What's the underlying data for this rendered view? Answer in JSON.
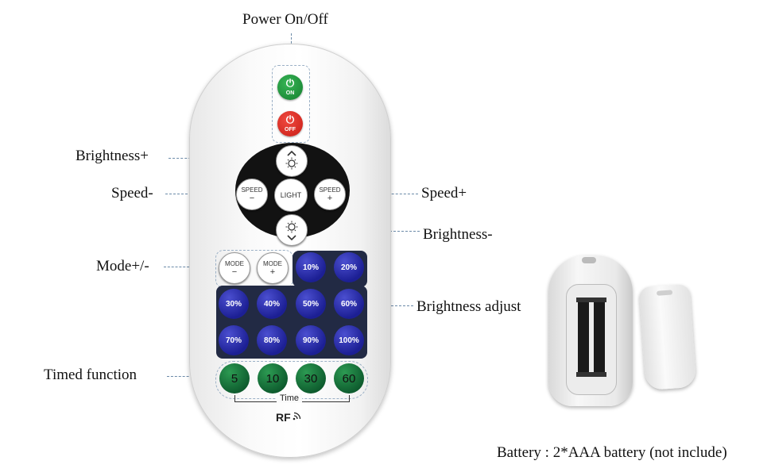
{
  "labels": {
    "power": "Power On/Off",
    "brightness_plus": "Brightness+",
    "speed_minus": "Speed-",
    "speed_plus": "Speed+",
    "brightness_minus": "Brightness-",
    "mode": "Mode+/-",
    "brightness_adjust": "Brightness adjust",
    "timed_function": "Timed function",
    "battery": "Battery : 2*AAA battery (not include)"
  },
  "remote": {
    "on_label": "ON",
    "off_label": "OFF",
    "light_label": "LIGHT",
    "speed_label": "SPEED",
    "minus": "−",
    "plus": "+",
    "mode_label": "MODE",
    "brightness_levels": [
      "10%",
      "20%",
      "30%",
      "40%",
      "50%",
      "60%",
      "70%",
      "80%",
      "90%",
      "100%"
    ],
    "timer_values": [
      "5",
      "10",
      "30",
      "60"
    ],
    "timer_caption": "Time",
    "brand": "RF"
  },
  "colors": {
    "on_button": "#1f8f3a",
    "off_button": "#d42a22",
    "brightness_buttons": "#1c1f94",
    "timer_buttons": "#0d5a2d",
    "dpad": "#121212"
  },
  "icons": {
    "power": "power-icon",
    "brightness_up": "sun-up-icon",
    "brightness_down": "sun-down-icon",
    "rf_signal": "wireless-icon"
  }
}
